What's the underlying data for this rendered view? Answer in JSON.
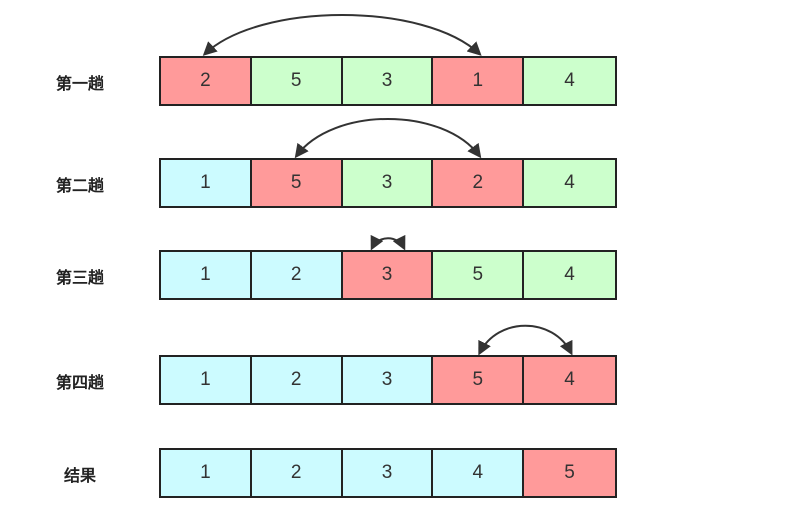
{
  "rows": [
    {
      "label": "第一趟",
      "cells": [
        {
          "value": "2",
          "state": "swap"
        },
        {
          "value": "5",
          "state": "pending"
        },
        {
          "value": "3",
          "state": "pending"
        },
        {
          "value": "1",
          "state": "swap"
        },
        {
          "value": "4",
          "state": "pending"
        }
      ],
      "swap": [
        0,
        3
      ]
    },
    {
      "label": "第二趟",
      "cells": [
        {
          "value": "1",
          "state": "done"
        },
        {
          "value": "5",
          "state": "swap"
        },
        {
          "value": "3",
          "state": "pending"
        },
        {
          "value": "2",
          "state": "swap"
        },
        {
          "value": "4",
          "state": "pending"
        }
      ],
      "swap": [
        1,
        3
      ]
    },
    {
      "label": "第三趟",
      "cells": [
        {
          "value": "1",
          "state": "done"
        },
        {
          "value": "2",
          "state": "done"
        },
        {
          "value": "3",
          "state": "swap"
        },
        {
          "value": "5",
          "state": "pending"
        },
        {
          "value": "4",
          "state": "pending"
        }
      ],
      "swap": [
        2,
        2
      ]
    },
    {
      "label": "第四趟",
      "cells": [
        {
          "value": "1",
          "state": "done"
        },
        {
          "value": "2",
          "state": "done"
        },
        {
          "value": "3",
          "state": "done"
        },
        {
          "value": "5",
          "state": "swap"
        },
        {
          "value": "4",
          "state": "swap"
        }
      ],
      "swap": [
        3,
        4
      ]
    },
    {
      "label": "结果",
      "cells": [
        {
          "value": "1",
          "state": "done"
        },
        {
          "value": "2",
          "state": "done"
        },
        {
          "value": "3",
          "state": "done"
        },
        {
          "value": "4",
          "state": "done"
        },
        {
          "value": "5",
          "state": "swap"
        }
      ],
      "swap": null
    }
  ],
  "colors": {
    "swap": "#ff9a9a",
    "pending": "#ccffcc",
    "done": "#ccfbff",
    "border": "#222222",
    "arrow": "#333333"
  }
}
